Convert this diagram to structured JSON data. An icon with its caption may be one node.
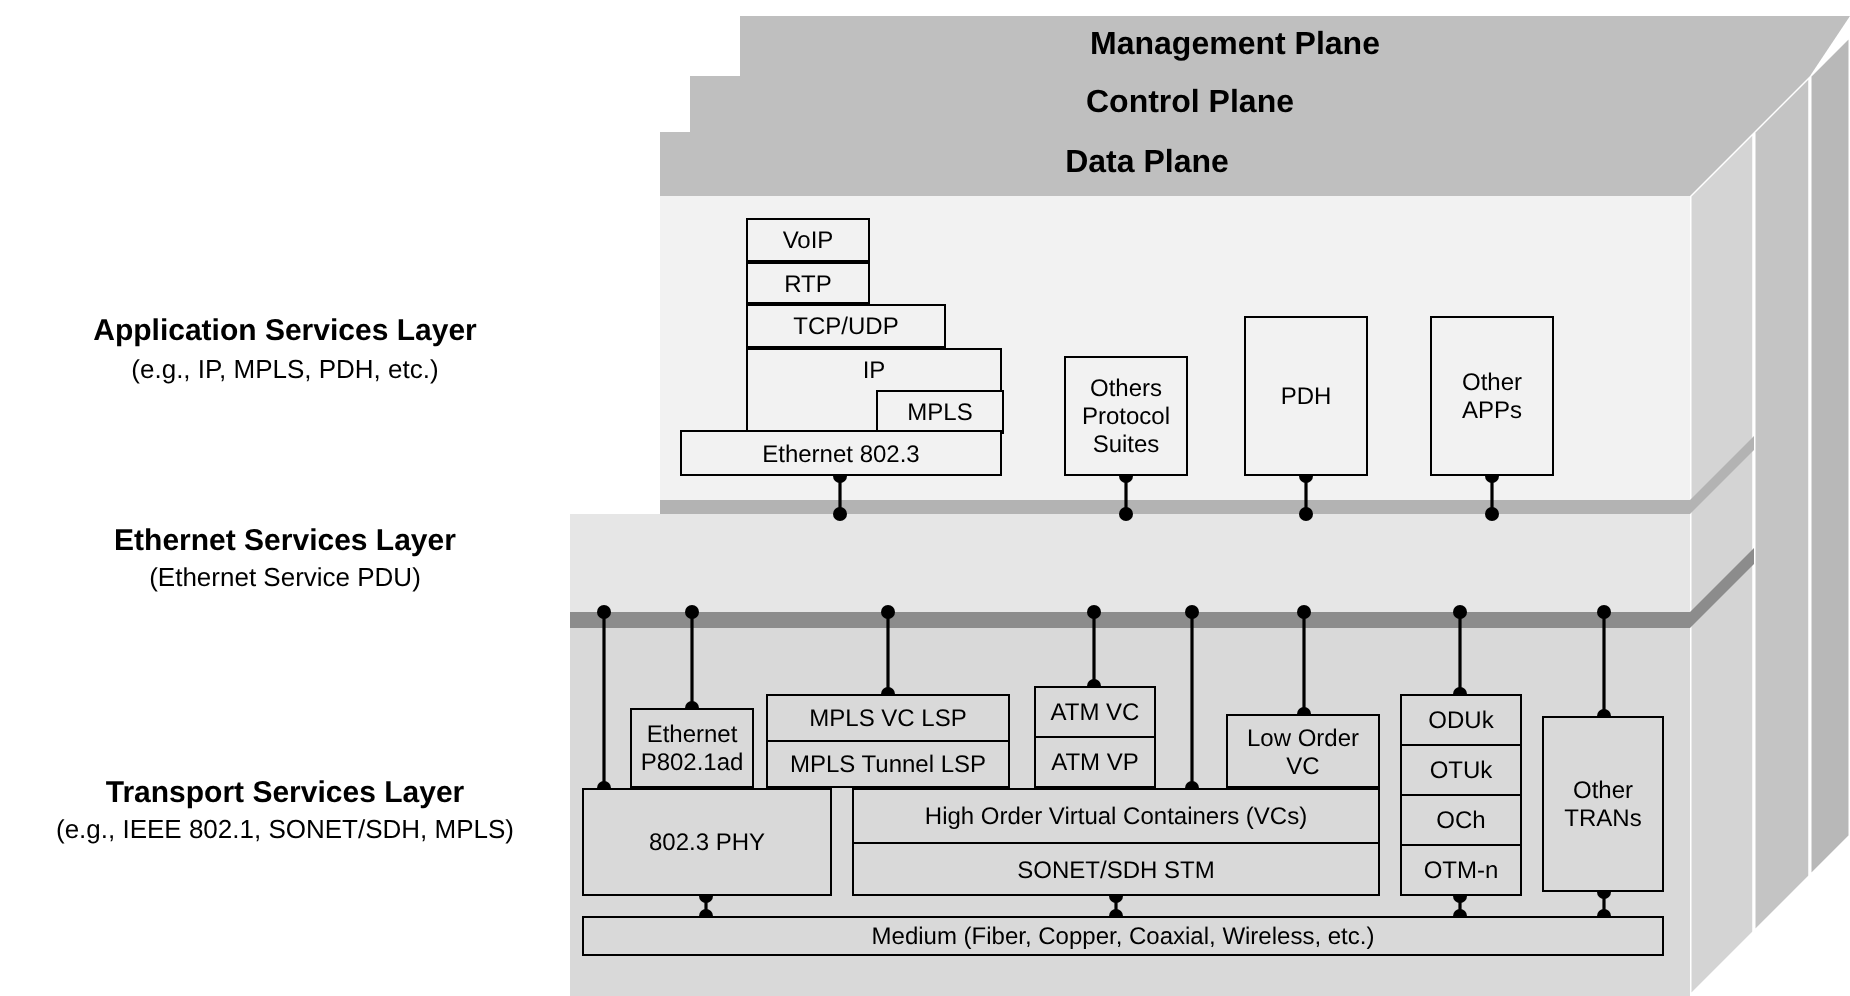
{
  "diagram": {
    "nodes": [
      {
        "text": [
          "Management Plane"
        ]
      },
      {
        "text": [
          "Control Plane"
        ]
      },
      {
        "text": [
          "Data Plane"
        ]
      },
      {
        "text": [
          "Application Services Layer",
          "(e.g., IP, MPLS, PDH, etc.)"
        ]
      },
      {
        "text": [
          "Ethernet Services Layer",
          "(Ethernet Service PDU)"
        ]
      },
      {
        "text": [
          "Transport Services Layer",
          "(e.g., IEEE 802.1, SONET/SDH, MPLS)"
        ]
      },
      {
        "text": [
          "VoIP"
        ],
        "in": 3
      },
      {
        "text": [
          "RTP"
        ],
        "in": 3
      },
      {
        "text": [
          "TCP/UDP"
        ],
        "in": 3
      },
      {
        "text": [
          "IP"
        ],
        "in": 3
      },
      {
        "text": [
          "MPLS"
        ],
        "in": 9
      },
      {
        "text": [
          "Ethernet 802.3"
        ],
        "in": 3
      },
      {
        "text": [
          "Others Protocol Suites"
        ],
        "in": 3
      },
      {
        "text": [
          "PDH"
        ],
        "in": 3
      },
      {
        "text": [
          "Other APPs"
        ],
        "in": 3
      },
      {
        "text": [
          "Ethernet P802.1ad"
        ],
        "in": 5
      },
      {
        "text": [
          "MPLS VC LSP"
        ],
        "in": 5
      },
      {
        "text": [
          "MPLS Tunnel LSP"
        ],
        "in": 5
      },
      {
        "text": [
          "ATM VC"
        ],
        "in": 5
      },
      {
        "text": [
          "ATM VP"
        ],
        "in": 5
      },
      {
        "text": [
          "Low Order VC"
        ],
        "in": 5
      },
      {
        "text": [
          "802.3 PHY"
        ],
        "in": 5
      },
      {
        "text": [
          "High Order Virtual Containers (VCs)"
        ],
        "in": 5
      },
      {
        "text": [
          "SONET/SDH STM"
        ],
        "in": 5
      },
      {
        "text": [
          "ODUk"
        ],
        "in": 5
      },
      {
        "text": [
          "OTUk"
        ],
        "in": 5
      },
      {
        "text": [
          "OCh"
        ],
        "in": 5
      },
      {
        "text": [
          "OTM-n"
        ],
        "in": 5
      },
      {
        "text": [
          "Other TRANs"
        ],
        "in": 5
      },
      {
        "text": [
          "Medium (Fiber, Copper, Coaxial, Wireless, etc.)"
        ],
        "in": 5
      }
    ],
    "edges": [
      {
        "from": 11,
        "to": 4,
        "arrow": "other"
      },
      {
        "from": 12,
        "to": 4,
        "arrow": "other"
      },
      {
        "from": 13,
        "to": 4,
        "arrow": "other"
      },
      {
        "from": 14,
        "to": 4,
        "arrow": "other"
      },
      {
        "from": 21,
        "to": 4,
        "arrow": "other"
      },
      {
        "from": 15,
        "to": 4,
        "arrow": "other"
      },
      {
        "from": 16,
        "to": 4,
        "arrow": "other"
      },
      {
        "from": 18,
        "to": 4,
        "arrow": "other"
      },
      {
        "from": 22,
        "to": 4,
        "arrow": "other"
      },
      {
        "from": 20,
        "to": 4,
        "arrow": "other"
      },
      {
        "from": 24,
        "to": 4,
        "arrow": "other"
      },
      {
        "from": 28,
        "to": 4,
        "arrow": "other"
      },
      {
        "from": 21,
        "to": 29,
        "arrow": "other"
      },
      {
        "from": 23,
        "to": 29,
        "arrow": "other"
      },
      {
        "from": 27,
        "to": 29,
        "arrow": "other"
      },
      {
        "from": 28,
        "to": 29,
        "arrow": "other"
      }
    ]
  }
}
